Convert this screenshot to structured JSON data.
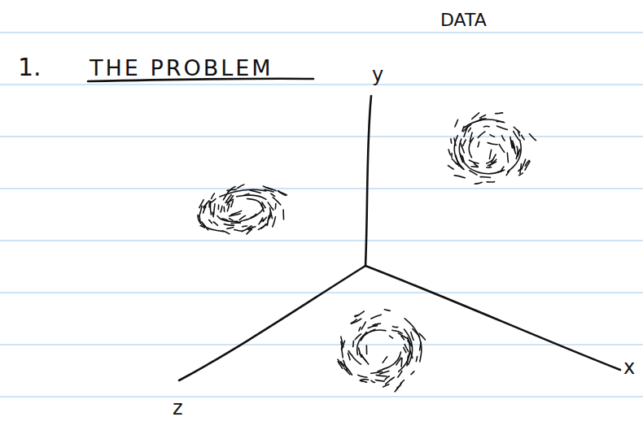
{
  "diagram": {
    "title": "THE PROBLEM",
    "labels": [
      "DATA",
      "1.",
      "y",
      "x",
      "z"
    ]
  }
}
